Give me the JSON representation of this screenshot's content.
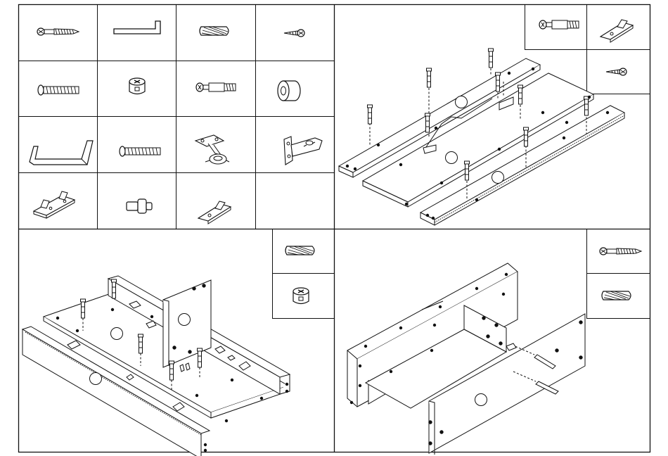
{
  "sheet": {
    "ink": "#111111",
    "paper": "#ffffff",
    "panels": [
      "parts-inventory",
      "step-1-base-assembly",
      "step-2-side-assembly",
      "step-3-drawer-assembly"
    ],
    "parts_grid": [
      [
        "long-screw-icon",
        "allen-key-icon",
        "wooden-dowel-icon",
        "small-wood-screw-icon"
      ],
      [
        "machine-bolt-icon",
        "cam-lock-icon",
        "cam-bolt-icon",
        "spacer-ring-icon"
      ],
      [
        "drawer-handle-icon",
        "handle-bolt-icon",
        "hinge-icon",
        "hinge-icon"
      ],
      [
        "hinge-plate-icon",
        "shelf-pin-icon",
        "shelf-support-icon",
        ""
      ]
    ],
    "step_1_parts": [
      "cam-bolt-icon",
      "shelf-support-icon",
      "small-wood-screw-icon"
    ],
    "step_2_parts": [
      "wooden-dowel-icon",
      "cam-lock-icon"
    ],
    "step_3_parts": [
      "long-screw-icon",
      "wooden-dowel-icon"
    ],
    "board_labels": []
  }
}
